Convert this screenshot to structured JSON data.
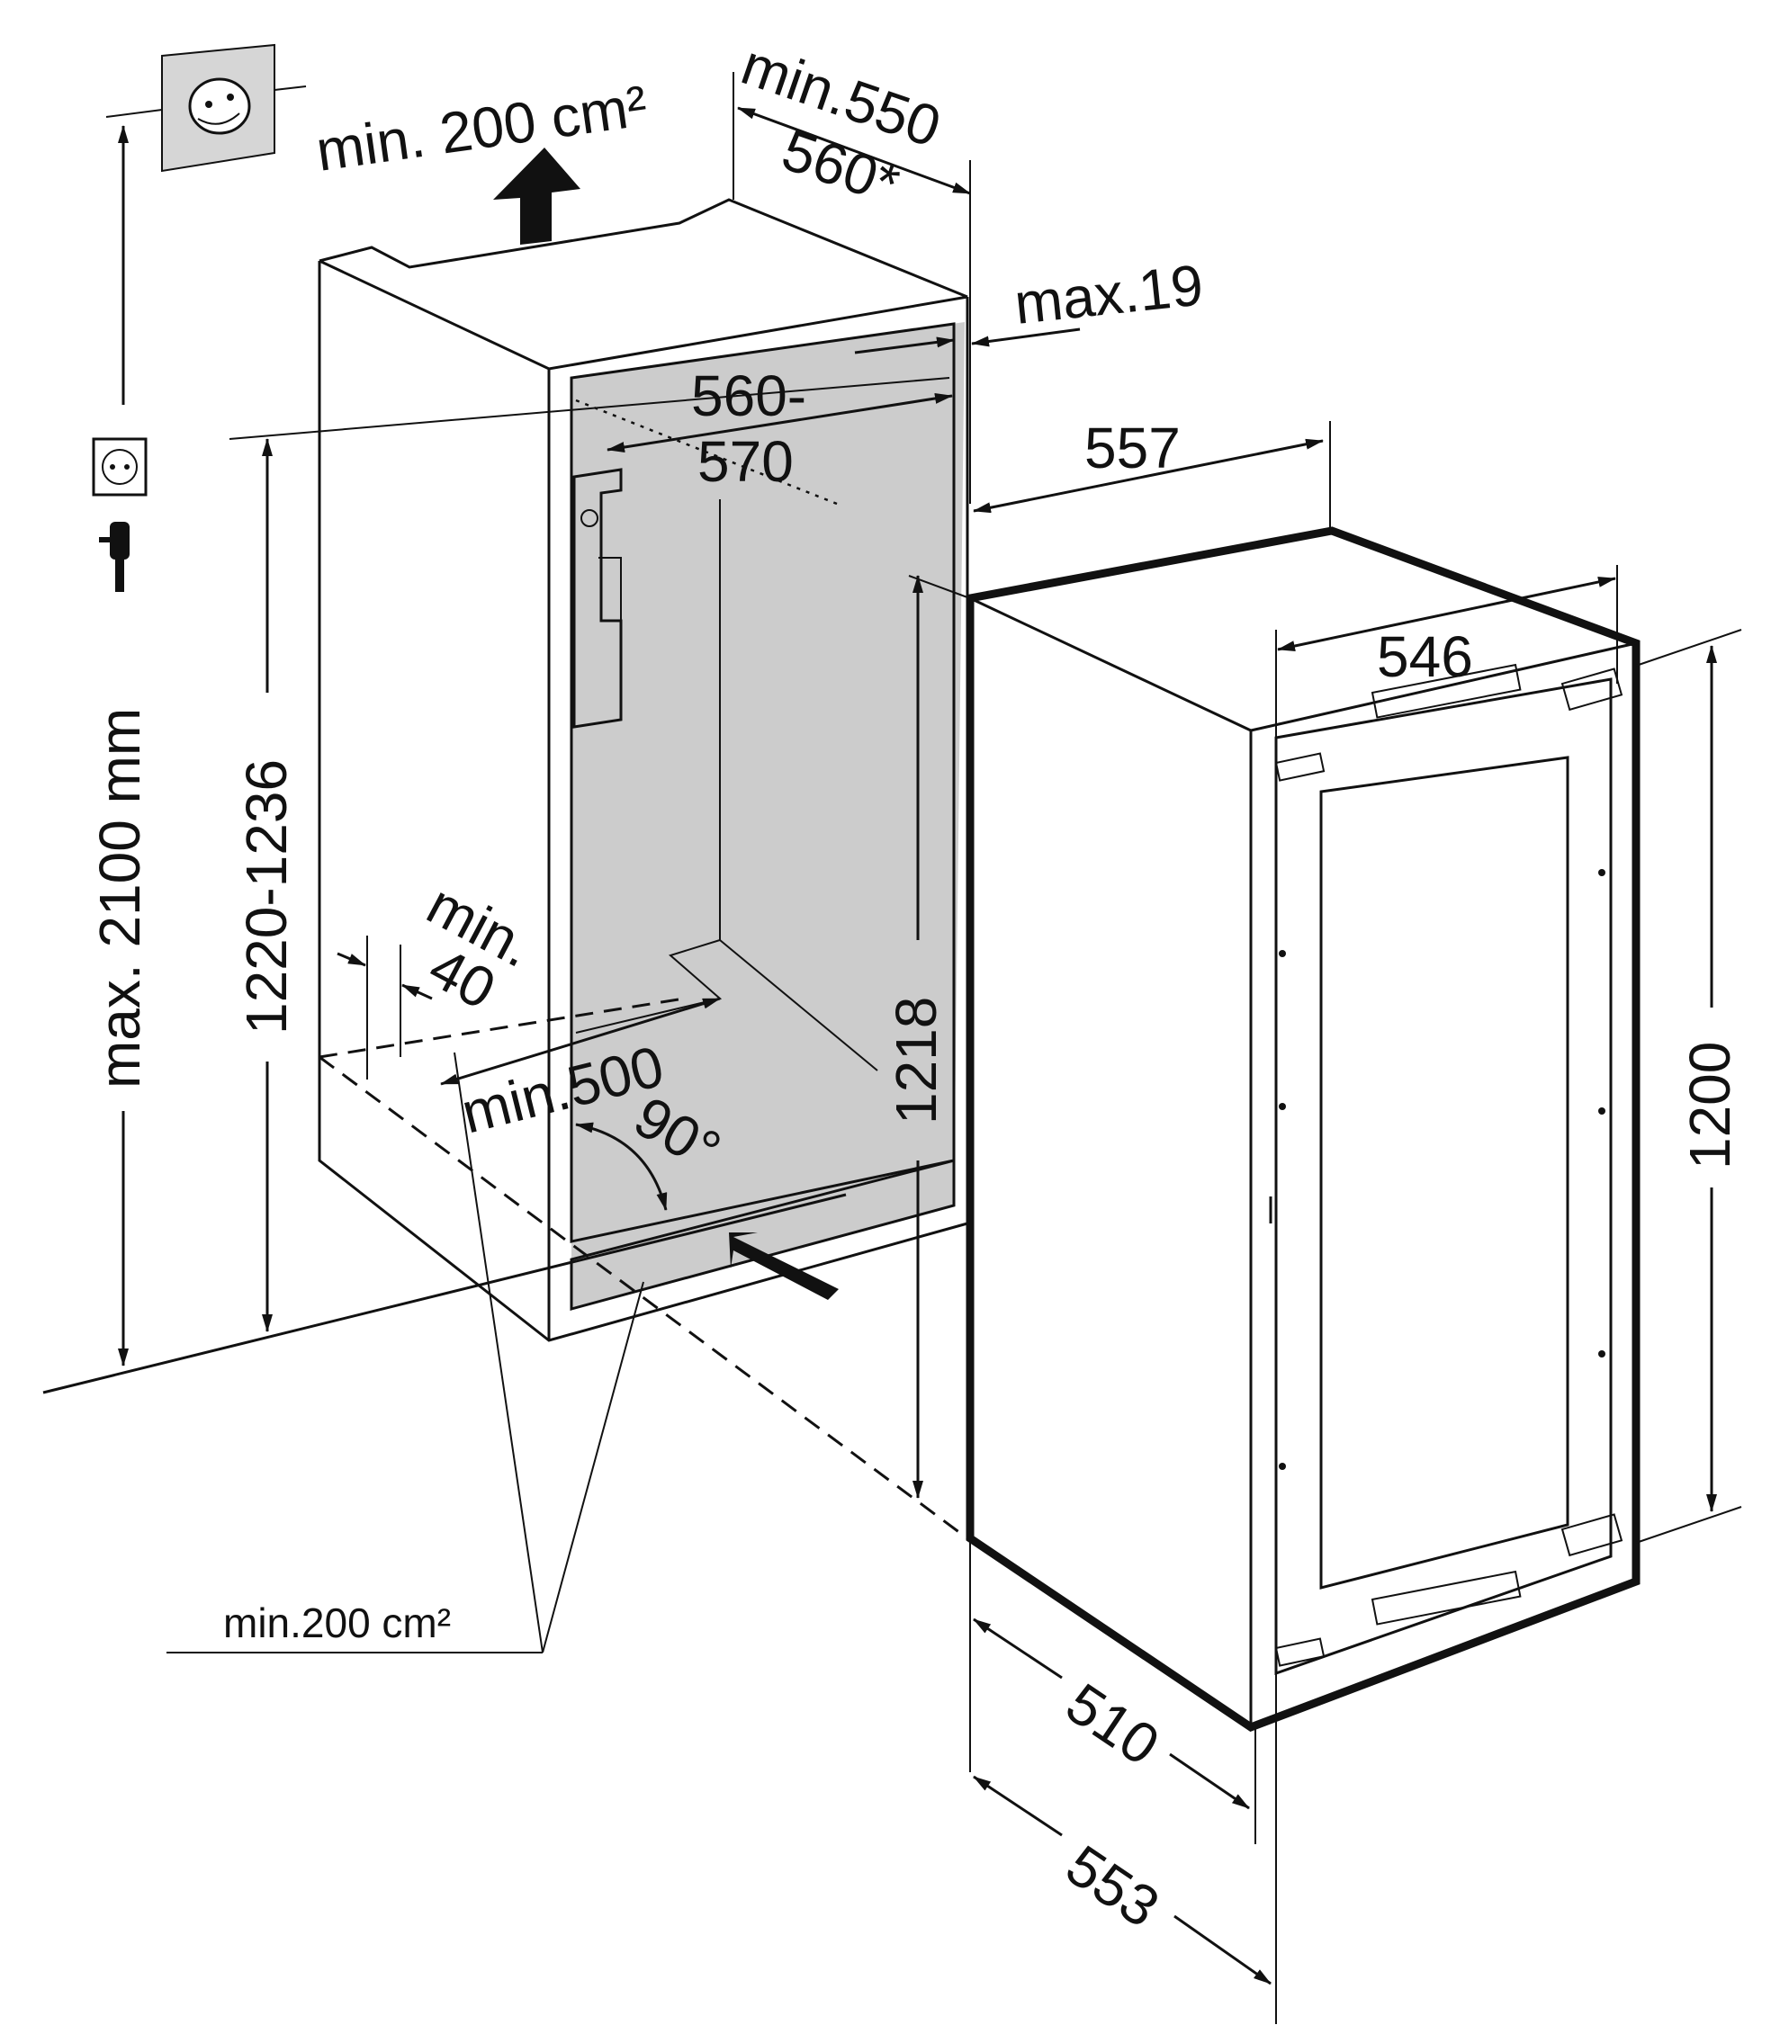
{
  "dimensions": {
    "vent_top_area": "min. 200 cm²",
    "niche_depth_min": "min.550",
    "niche_depth_alt": "560*",
    "max_thickness": "max.19",
    "niche_width_a": "560-",
    "niche_width_b": "570",
    "appliance_width": "557",
    "door_width": "546",
    "max_height": "max. 2100 mm",
    "niche_height": "1220-1236",
    "gap_min_a": "min.",
    "gap_min_b": "40",
    "plinth_depth": "min.500",
    "angle": "90°",
    "inner_height": "1218",
    "appliance_height": "1200",
    "vent_bottom_area": "min.200 cm²",
    "body_depth": "510",
    "total_depth": "553"
  },
  "icons": [
    "wall-socket-icon",
    "socket-icon",
    "plug-icon",
    "airflow-arrow-icon"
  ],
  "colors": {
    "niche_fill": "#cccccc",
    "socket_fill": "#d6d6d6",
    "line": "#111111"
  }
}
